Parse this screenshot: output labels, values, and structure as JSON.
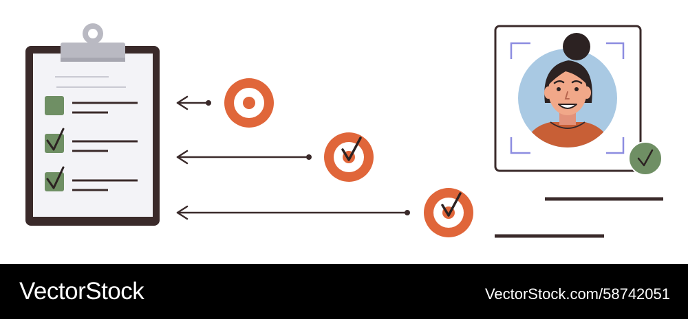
{
  "footer": {
    "brand": "VectorStock",
    "image_id": "VectorStock.com/58742051"
  },
  "colors": {
    "outline": "#3a2a2a",
    "paper": "#f3f3f7",
    "clip": "#b9b9c2",
    "check_green": "#6f8f64",
    "target_orange": "#e0663a",
    "avatar_bg": "#a9c9e3",
    "hair": "#2c2222",
    "skin": "#f1a889",
    "shirt": "#c85f36",
    "scan_corner": "#8c8ce0",
    "footer_bg": "#000000"
  },
  "illustration": {
    "checklist": {
      "items": [
        {
          "state": "unchecked"
        },
        {
          "state": "checked"
        },
        {
          "state": "checked"
        }
      ]
    },
    "targets": [
      {
        "state": "bullseye"
      },
      {
        "state": "checked"
      },
      {
        "state": "checked"
      }
    ],
    "profile": {
      "verified_badge": "check-icon"
    }
  }
}
